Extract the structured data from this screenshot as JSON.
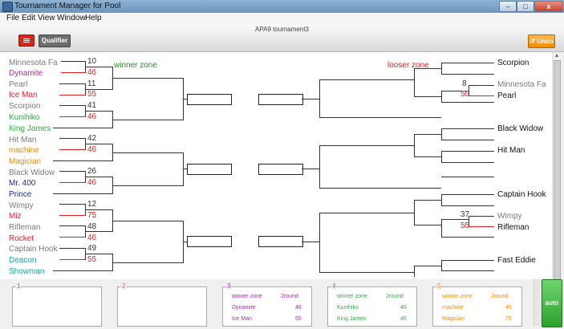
{
  "window": {
    "title": "Tournament Manager for Pool",
    "controls": [
      "–",
      "□",
      "x"
    ]
  },
  "menu": [
    "File",
    "Edit",
    "View",
    "Window",
    "Help"
  ],
  "toolbar": {
    "tournament_name": "APA9 tournament3",
    "qualifier_label": "Qualifier",
    "undo_label": "Undo"
  },
  "zones": {
    "winner": "winner zone",
    "looser": "looser zone"
  },
  "players_left": [
    {
      "name": "Minnesota Fa",
      "color": "#7a7a7a"
    },
    {
      "name": "Dynamite",
      "color": "#b3279b"
    },
    {
      "name": "Pearl",
      "color": "#7a7a7a"
    },
    {
      "name": "Ice Man",
      "color": "#e0232e"
    },
    {
      "name": "Scorpion",
      "color": "#7a7a7a"
    },
    {
      "name": "Kunihiko",
      "color": "#2eaa44"
    },
    {
      "name": "King James",
      "color": "#2eaa44"
    },
    {
      "name": "Hit Man",
      "color": "#7a7a7a"
    },
    {
      "name": "machine",
      "color": "#f08c00"
    },
    {
      "name": "Magician",
      "color": "#f08c00"
    },
    {
      "name": "Black Widow",
      "color": "#7a7a7a"
    },
    {
      "name": "Mr. 400",
      "color": "#1d2f8f"
    },
    {
      "name": "Prince",
      "color": "#1d2f8f"
    },
    {
      "name": "Wimpy",
      "color": "#7a7a7a"
    },
    {
      "name": "Miz",
      "color": "#e0232e"
    },
    {
      "name": "Rifleman",
      "color": "#7a7a7a"
    },
    {
      "name": "Rocket",
      "color": "#e0232e"
    },
    {
      "name": "Captain Hook",
      "color": "#7a7a7a"
    },
    {
      "name": "Deacon",
      "color": "#14a39b"
    },
    {
      "name": "Showman",
      "color": "#14a39b"
    }
  ],
  "scores_left": [
    "10",
    "46",
    "11",
    "55",
    "41",
    "46",
    "42",
    "46",
    "26",
    "46",
    "12",
    "75",
    "48",
    "46",
    "49",
    "55"
  ],
  "players_right": [
    "Scorpion",
    "Minnesota Fa",
    "Pearl",
    "Black Widow",
    "Hit Man",
    "Captain Hook",
    "Wimpy",
    "Rifleman",
    "Fast Eddie"
  ],
  "scores_right": [
    "8",
    "55",
    "37",
    "55"
  ],
  "panels": [
    {
      "num": "1",
      "rows": []
    },
    {
      "num": "2",
      "rows": []
    },
    {
      "num": "3",
      "color": "#a02fb0",
      "header": [
        "winner zone",
        "2round"
      ],
      "rows": [
        [
          "Dynamite",
          "46"
        ],
        [
          "Ice Man",
          "55"
        ]
      ]
    },
    {
      "num": "4",
      "color": "#2eaa44",
      "header": [
        "winner zone",
        "2round"
      ],
      "rows": [
        [
          "Kunihiko",
          "46"
        ],
        [
          "King James",
          "46"
        ]
      ]
    },
    {
      "num": "5",
      "color": "#f08c00",
      "header": [
        "winner zone",
        "2round"
      ],
      "rows": [
        [
          "machine",
          "46"
        ],
        [
          "Magician",
          "75"
        ]
      ]
    }
  ],
  "auto_label": "auto",
  "colors": {
    "accent_orange": "#f28a00",
    "accent_green": "#2aa12a",
    "red": "#e21d1d"
  }
}
